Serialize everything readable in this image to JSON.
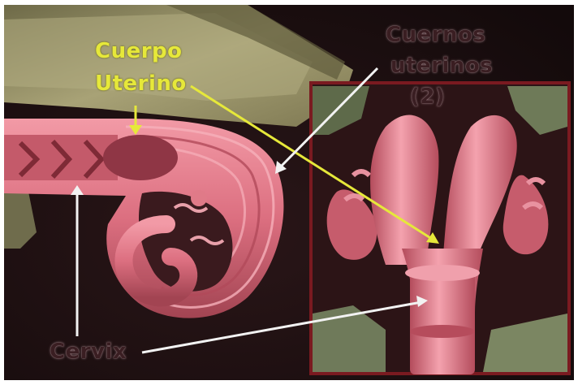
{
  "labels": {
    "cuerpo_line1": "Cuerpo",
    "cuerpo_line2": "Uterino",
    "cuernos_line1": "Cuernos",
    "cuernos_line2": "uterinos",
    "cuernos_line3": "(2)",
    "cervix": "Cervix"
  },
  "colors": {
    "background": "#1c0f10",
    "tissue_pink": "#e27a8a",
    "tissue_dark": "#8a3a44",
    "fat_olive": "#9a9466",
    "annotation_yellow": "#e6e83a",
    "annotation_white": "#f2f2f2",
    "inset_border": "#7a1a20"
  }
}
